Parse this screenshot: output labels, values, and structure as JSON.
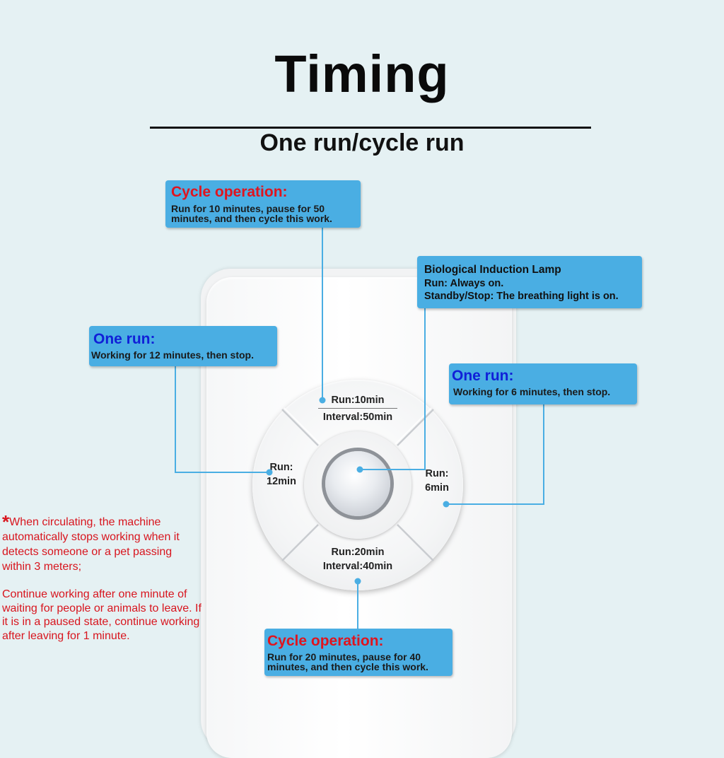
{
  "header": {
    "title": "Timing",
    "subtitle": "One run/cycle run"
  },
  "buttons": {
    "top": {
      "run": "Run:10min",
      "interval": "Interval:50min"
    },
    "left": {
      "line1": "Run:",
      "line2": "12min"
    },
    "right": {
      "line1": "Run:",
      "line2": "6min"
    },
    "bottom": {
      "run": "Run:20min",
      "interval": "Interval:40min"
    }
  },
  "callouts": {
    "cycle_top": {
      "head": "Cycle operation:",
      "body": "Run for 10 minutes, pause for 50 minutes, and then cycle this work."
    },
    "one_run_left": {
      "head": "One run:",
      "body": "Working for 12 minutes, then stop."
    },
    "lamp": {
      "title": "Biological Induction Lamp",
      "line1": "Run: Always on.",
      "line2": "Standby/Stop: The breathing light is on."
    },
    "one_run_right": {
      "head": "One run:",
      "body": "Working for 6 minutes, then stop."
    },
    "cycle_bottom": {
      "head": "Cycle operation:",
      "body": "Run for 20 minutes, pause for 40 minutes, and then cycle this work."
    }
  },
  "notes": {
    "star": "*",
    "p1": "When circulating, the machine automatically stops working when it detects someone or a pet passing within 3 meters;",
    "p2": "Continue working after one minute of waiting for people or animals to leave. If it is in a paused state, continue working after leaving for 1 minute."
  },
  "colors": {
    "background": "#e5f1f3",
    "callout": "#4aaee3",
    "red": "#e0141e",
    "blue": "#1020d8"
  }
}
